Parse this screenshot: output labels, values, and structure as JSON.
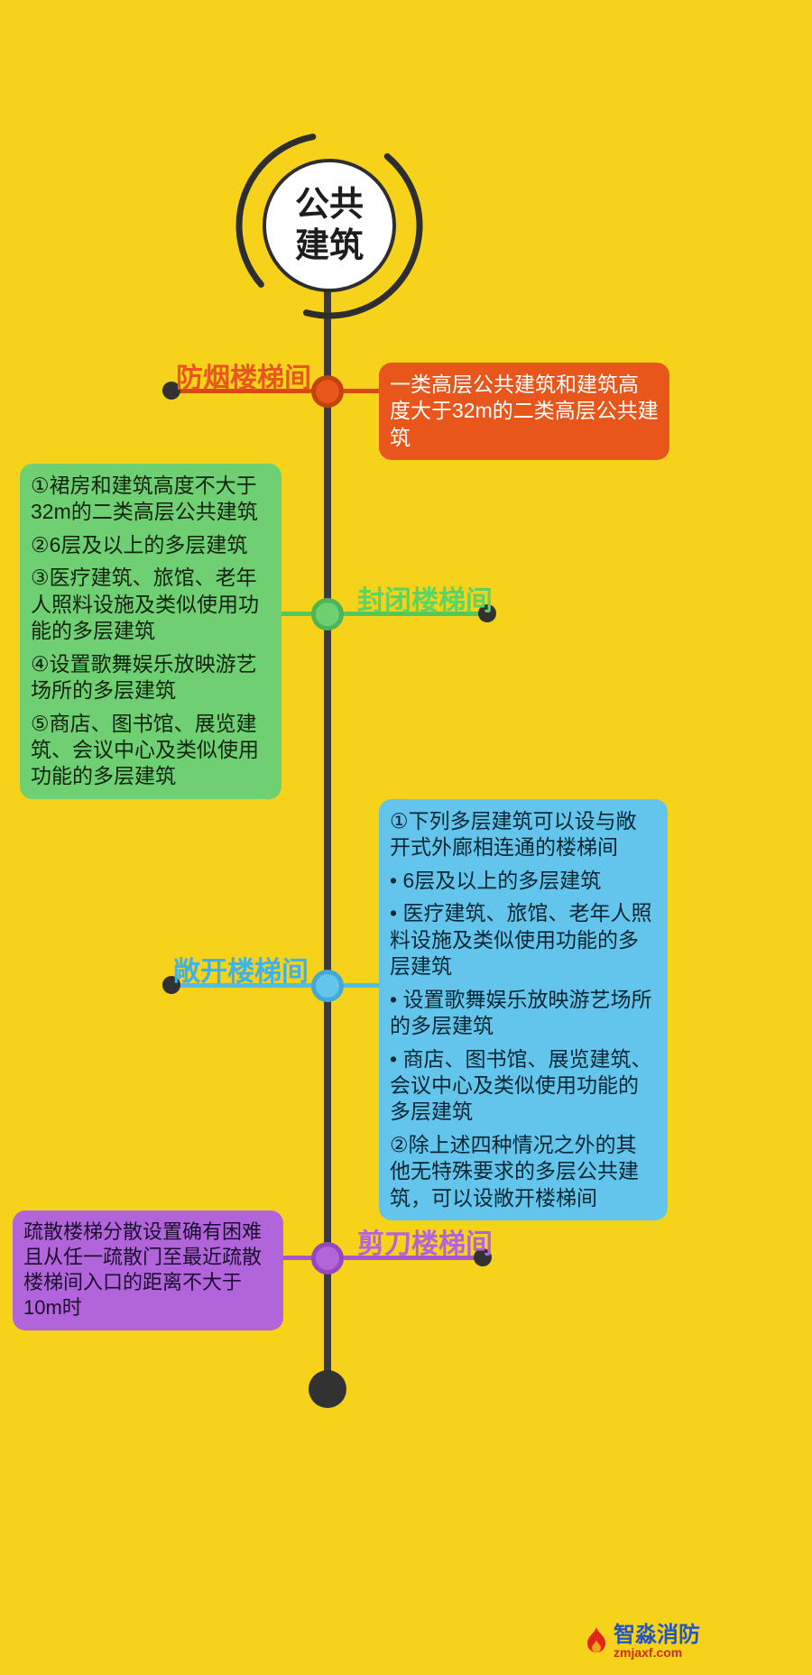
{
  "root": {
    "label": "公共建筑"
  },
  "colors": {
    "background": "#F6D21B",
    "timeline": "#3A3A3A",
    "orange": "#E8561B",
    "green": "#6ED072",
    "blue": "#63C5EC",
    "purple": "#B264DB"
  },
  "branches": [
    {
      "label": "防烟楼梯间",
      "color": "#E8561B",
      "box_bg": "#E8561B",
      "box_text": "#FFFFFF",
      "items": [
        "一类高层公共建筑和建筑高度大于32m的二类高层公共建筑"
      ]
    },
    {
      "label": "封闭楼梯间",
      "color": "#6ED072",
      "box_bg": "#6ED072",
      "box_text": "#14230F",
      "items": [
        "①裙房和建筑高度不大于32m的二类高层公共建筑",
        "②6层及以上的多层建筑",
        "③医疗建筑、旅馆、老年人照料设施及类似使用功能的多层建筑",
        "④设置歌舞娱乐放映游艺场所的多层建筑",
        "⑤商店、图书馆、展览建筑、会议中心及类似使用功能的多层建筑"
      ]
    },
    {
      "label": "敞开楼梯间",
      "color": "#63C5EC",
      "box_bg": "#63C5EC",
      "box_text": "#0D2633",
      "items": [
        "①下列多层建筑可以设与敞开式外廊相连通的楼梯间",
        "• 6层及以上的多层建筑",
        "• 医疗建筑、旅馆、老年人照料设施及类似使用功能的多层建筑",
        "• 设置歌舞娱乐放映游艺场所的多层建筑",
        "• 商店、图书馆、展览建筑、会议中心及类似使用功能的多层建筑",
        "②除上述四种情况之外的其他无特殊要求的多层公共建筑，可以设敞开楼梯间"
      ]
    },
    {
      "label": "剪刀楼梯间",
      "color": "#B264DB",
      "box_bg": "#B264DB",
      "box_text": "#1B0E2E",
      "items": [
        "疏散楼梯分散设置确有困难且从任一疏散门至最近疏散楼梯间入口的距离不大于10m时"
      ]
    }
  ],
  "watermark": {
    "brand": "智淼消防",
    "site": "zmjaxf.com"
  }
}
